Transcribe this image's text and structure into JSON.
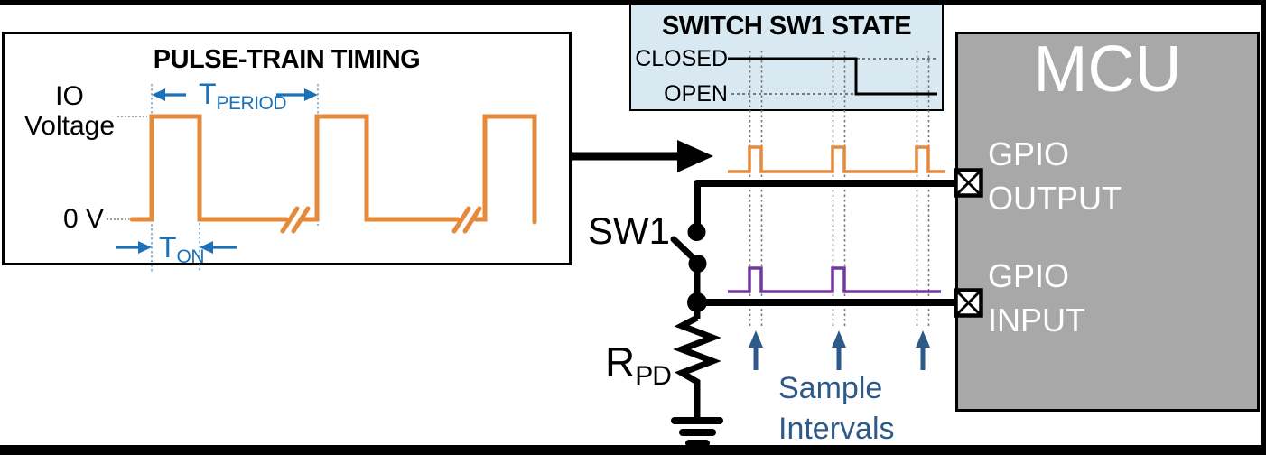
{
  "colors": {
    "orange": "#E5893B",
    "purple": "#7138A2",
    "timing_blue": "#1C72B8",
    "sample_blue": "#2D5A88",
    "panel_blue": "#D9E9F2",
    "mcu_gray": "#A8A8A8",
    "line_black": "#000000"
  },
  "pulse_panel": {
    "title": "PULSE-TRAIN TIMING",
    "axis_label_line1": "IO",
    "axis_label_line2": "Voltage",
    "zero_label": "0 V",
    "t_period": {
      "main": "T",
      "sub": "PERIOD"
    },
    "t_on": {
      "main": "T",
      "sub": "ON"
    }
  },
  "switch_panel": {
    "title": "SWITCH SW1 STATE",
    "closed_label": "CLOSED",
    "open_label": "OPEN"
  },
  "mcu": {
    "title": "MCU",
    "output_pin_line1": "GPIO",
    "output_pin_line2": "OUTPUT",
    "input_pin_line1": "GPIO",
    "input_pin_line2": "INPUT",
    "pin_icon": "boxed-x-pin"
  },
  "circuit": {
    "switch_label": "SW1",
    "resistor_label": {
      "main": "R",
      "sub": "PD"
    },
    "ground_icon": "ground-symbol"
  },
  "annotations": {
    "sample_line1": "Sample",
    "sample_line2": "Intervals"
  }
}
